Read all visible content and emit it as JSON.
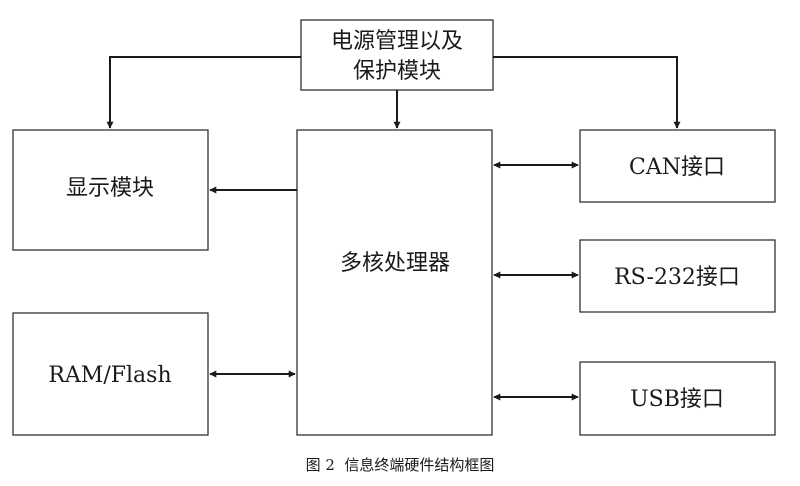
{
  "diagram": {
    "nodes": {
      "power": [
        "电源管理以及",
        "保护模块"
      ],
      "display": "显示模块",
      "processor": "多核处理器",
      "memory": "RAM/Flash",
      "can": "CAN接口",
      "rs232": "RS-232接口",
      "usb": "USB接口"
    },
    "caption": "图 2  信息终端硬件结构框图"
  }
}
